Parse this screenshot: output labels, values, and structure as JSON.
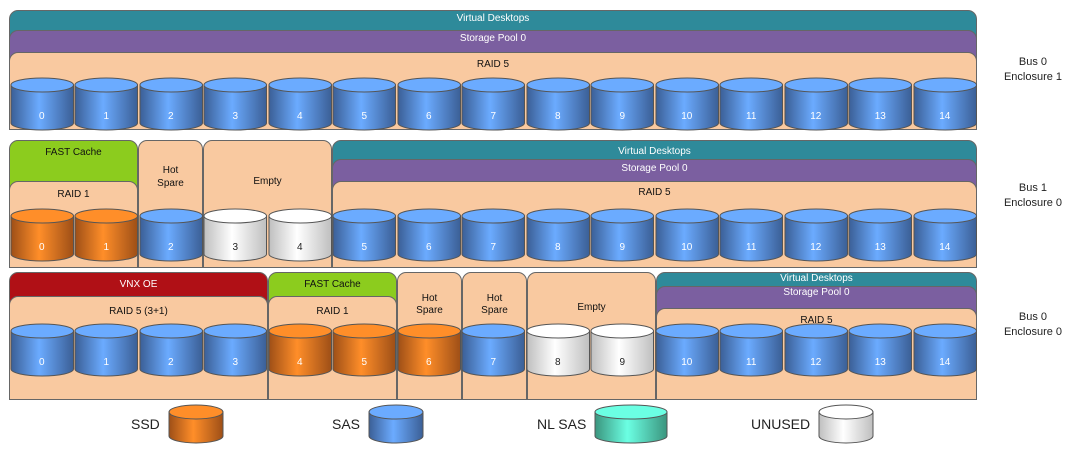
{
  "colors": {
    "ssd": "#d2691e",
    "sas": "#4f7fc8",
    "nlsas": "#4fc7a8",
    "unused": "#ffffff",
    "virtual_desktops": "#2e8a9a",
    "storage_pool": "#7b5fa0",
    "raid": "#f9c9a0",
    "fast_cache": "#8ccc1e",
    "vnx_oe": "#b01016"
  },
  "rows": [
    {
      "bus": "Bus 0",
      "enclosure": "Enclosure 1",
      "groups": [
        {
          "layers": [
            "Virtual Desktops",
            "Storage Pool 0",
            "RAID 5"
          ]
        }
      ],
      "disks": [
        {
          "n": "0",
          "type": "sas"
        },
        {
          "n": "1",
          "type": "sas"
        },
        {
          "n": "2",
          "type": "sas"
        },
        {
          "n": "3",
          "type": "sas"
        },
        {
          "n": "4",
          "type": "sas"
        },
        {
          "n": "5",
          "type": "sas"
        },
        {
          "n": "6",
          "type": "sas"
        },
        {
          "n": "7",
          "type": "sas"
        },
        {
          "n": "8",
          "type": "sas"
        },
        {
          "n": "9",
          "type": "sas"
        },
        {
          "n": "10",
          "type": "sas"
        },
        {
          "n": "11",
          "type": "sas"
        },
        {
          "n": "12",
          "type": "sas"
        },
        {
          "n": "13",
          "type": "sas"
        },
        {
          "n": "14",
          "type": "sas"
        }
      ]
    },
    {
      "bus": "Bus 1",
      "enclosure": "Enclosure 0",
      "groups": [
        {
          "layers": [
            "FAST Cache",
            "RAID 1"
          ]
        },
        {
          "hot_line1": "Hot",
          "hot_line2": "Spare"
        },
        {
          "layers": [
            "Empty"
          ]
        },
        {
          "layers": [
            "Virtual Desktops",
            "Storage Pool 0",
            "RAID 5"
          ]
        }
      ],
      "disks": [
        {
          "n": "0",
          "type": "ssd"
        },
        {
          "n": "1",
          "type": "ssd"
        },
        {
          "n": "2",
          "type": "sas"
        },
        {
          "n": "3",
          "type": "unused"
        },
        {
          "n": "4",
          "type": "unused"
        },
        {
          "n": "5",
          "type": "sas"
        },
        {
          "n": "6",
          "type": "sas"
        },
        {
          "n": "7",
          "type": "sas"
        },
        {
          "n": "8",
          "type": "sas"
        },
        {
          "n": "9",
          "type": "sas"
        },
        {
          "n": "10",
          "type": "sas"
        },
        {
          "n": "11",
          "type": "sas"
        },
        {
          "n": "12",
          "type": "sas"
        },
        {
          "n": "13",
          "type": "sas"
        },
        {
          "n": "14",
          "type": "sas"
        }
      ]
    },
    {
      "bus": "Bus 0",
      "enclosure": "Enclosure 0",
      "groups": [
        {
          "layers": [
            "VNX OE",
            "RAID 5 (3+1)"
          ]
        },
        {
          "layers": [
            "FAST Cache",
            "RAID 1"
          ]
        },
        {
          "hot_line1": "Hot",
          "hot_line2": "Spare"
        },
        {
          "hot_line1": "Hot",
          "hot_line2": "Spare"
        },
        {
          "layers": [
            "Empty"
          ]
        },
        {
          "layers": [
            "Virtual Desktops",
            "Storage Pool 0",
            "RAID 5"
          ]
        }
      ],
      "disks": [
        {
          "n": "0",
          "type": "sas"
        },
        {
          "n": "1",
          "type": "sas"
        },
        {
          "n": "2",
          "type": "sas"
        },
        {
          "n": "3",
          "type": "sas"
        },
        {
          "n": "4",
          "type": "ssd"
        },
        {
          "n": "5",
          "type": "ssd"
        },
        {
          "n": "6",
          "type": "ssd"
        },
        {
          "n": "7",
          "type": "sas"
        },
        {
          "n": "8",
          "type": "unused"
        },
        {
          "n": "9",
          "type": "unused"
        },
        {
          "n": "10",
          "type": "sas"
        },
        {
          "n": "11",
          "type": "sas"
        },
        {
          "n": "12",
          "type": "sas"
        },
        {
          "n": "13",
          "type": "sas"
        },
        {
          "n": "14",
          "type": "sas"
        }
      ]
    }
  ],
  "legend": [
    {
      "label": "SSD",
      "type": "ssd"
    },
    {
      "label": "SAS",
      "type": "sas"
    },
    {
      "label": "NL SAS",
      "type": "nlsas"
    },
    {
      "label": "UNUSED",
      "type": "unused"
    }
  ]
}
